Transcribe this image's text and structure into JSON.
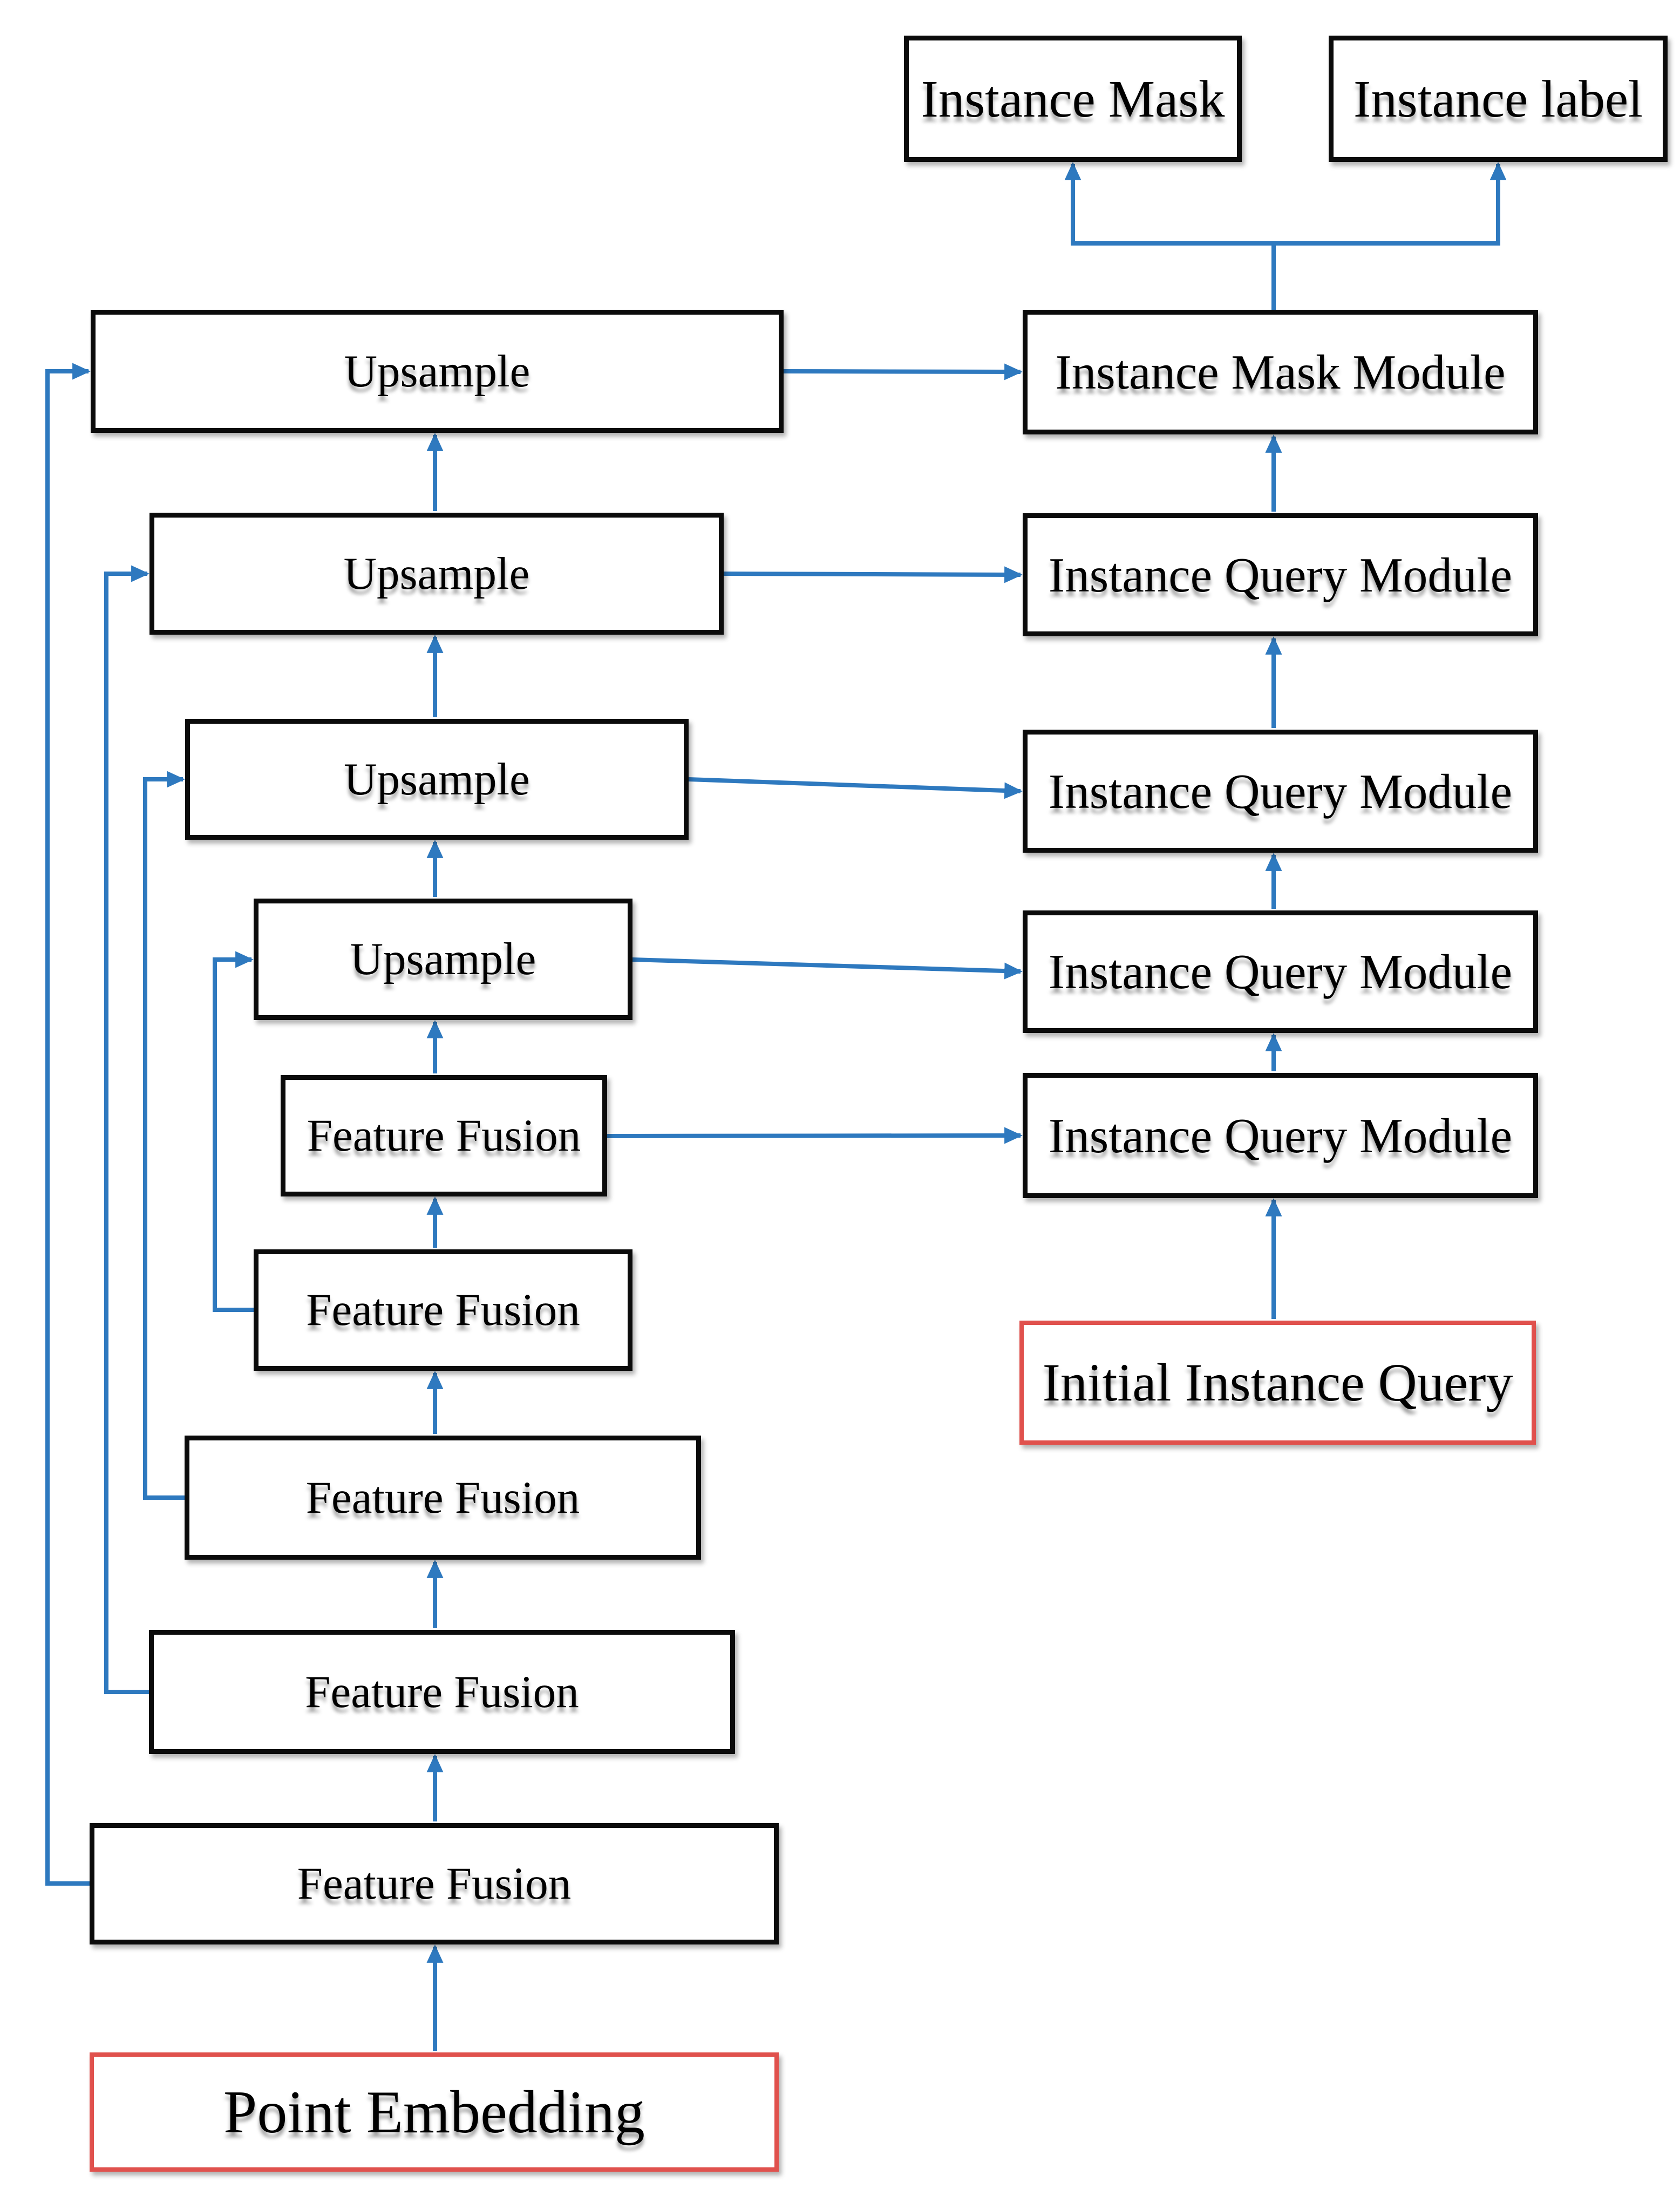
{
  "figure": {
    "type": "flow-diagram",
    "description": "Point cloud instance segmentation architecture: point embedding feeds a chain of feature fusion and upsample blocks with skip connections; each level feeds instance query modules leading to an instance mask module that outputs instance mask and instance label.",
    "nodes": {
      "output_instance_mask": "Instance Mask",
      "output_instance_label": "Instance label",
      "instance_mask_module": "Instance Mask Module",
      "instance_query_module_1": "Instance Query Module",
      "instance_query_module_2": "Instance Query Module",
      "instance_query_module_3": "Instance Query Module",
      "instance_query_module_4": "Instance Query Module",
      "initial_instance_query": "Initial Instance Query",
      "upsample_1": "Upsample",
      "upsample_2": "Upsample",
      "upsample_3": "Upsample",
      "upsample_4": "Upsample",
      "feature_fusion_1": "Feature Fusion",
      "feature_fusion_2": "Feature Fusion",
      "feature_fusion_3": "Feature Fusion",
      "feature_fusion_4": "Feature Fusion",
      "feature_fusion_5": "Feature Fusion",
      "point_embedding": "Point Embedding"
    },
    "colors": {
      "connector_blue": "#2E79BF",
      "box_border_black": "#0b0b0b",
      "box_border_red": "#E0514D",
      "background": "#ffffff",
      "text": "#000000"
    },
    "edges": [
      "point_embedding -> feature_fusion_5",
      "feature_fusion_5 -> feature_fusion_4",
      "feature_fusion_4 -> feature_fusion_3",
      "feature_fusion_3 -> feature_fusion_2",
      "feature_fusion_2 -> feature_fusion_1",
      "feature_fusion_1 -> upsample_4",
      "upsample_4 -> upsample_3",
      "upsample_3 -> upsample_2",
      "upsample_2 -> upsample_1",
      "feature_fusion_5 -> upsample_1 (skip)",
      "feature_fusion_4 -> upsample_2 (skip)",
      "feature_fusion_3 -> upsample_3 (skip)",
      "feature_fusion_2 -> upsample_4 (skip)",
      "upsample_1 -> instance_mask_module",
      "upsample_2 -> instance_query_module_1",
      "upsample_3 -> instance_query_module_2",
      "upsample_4 -> instance_query_module_3",
      "feature_fusion_1 -> instance_query_module_4",
      "initial_instance_query -> instance_query_module_4",
      "instance_query_module_4 -> instance_query_module_3",
      "instance_query_module_3 -> instance_query_module_2",
      "instance_query_module_2 -> instance_query_module_1",
      "instance_query_module_1 -> instance_mask_module",
      "instance_mask_module -> output_instance_mask",
      "instance_mask_module -> output_instance_label"
    ]
  }
}
